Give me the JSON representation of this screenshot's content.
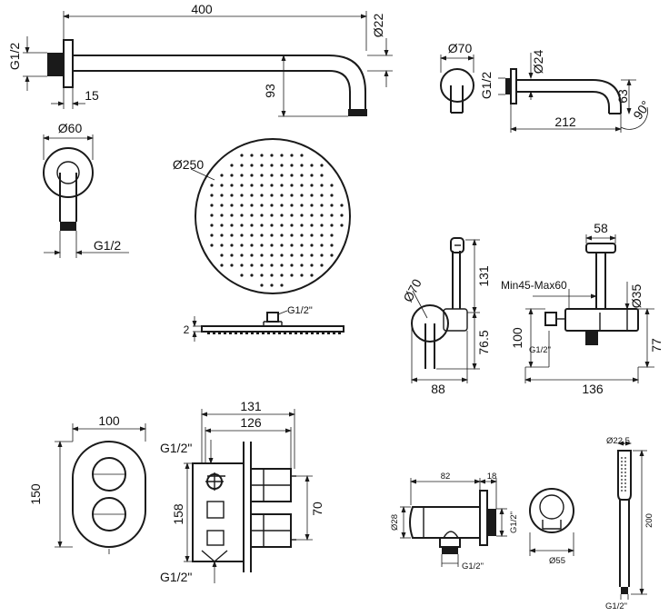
{
  "arm": {
    "length": "400",
    "diameter": "Ø22",
    "thread": "G1/2",
    "flange": "15",
    "drop": "93"
  },
  "arm_flange": {
    "diameter": "Ø60",
    "thread": "G1/2"
  },
  "spout": {
    "flange": "Ø70",
    "thread": "G1/2",
    "pipe": "Ø24",
    "length": "212",
    "height": "63",
    "angle": "90°"
  },
  "head": {
    "diameter": "Ø250",
    "thread": "G1/2\"",
    "thickness": "2"
  },
  "bidet_side": {
    "flange": "Ø70",
    "height_top": "131",
    "height_low": "76.5",
    "depth": "88"
  },
  "bidet_front": {
    "head_width": "58",
    "range": "Min45-Max60",
    "height": "100",
    "pipe": "Ø35",
    "right_height": "77",
    "thread": "G1/2\"",
    "width": "136"
  },
  "plate": {
    "width": "100",
    "height": "150"
  },
  "mixer": {
    "outer_width": "131",
    "inner_width": "126",
    "top_thread": "G1/2\"",
    "bottom_thread": "G1/2\"",
    "height": "158",
    "spacing": "70"
  },
  "outlet_side": {
    "length": "82",
    "flange": "18",
    "diameter": "Ø28",
    "thread_right": "G1/2\"",
    "thread_bottom": "G1/2\""
  },
  "outlet_front": {
    "diameter": "Ø55"
  },
  "hand_shower": {
    "diameter": "Ø22,5",
    "length": "200",
    "thread": "G1/2\""
  }
}
